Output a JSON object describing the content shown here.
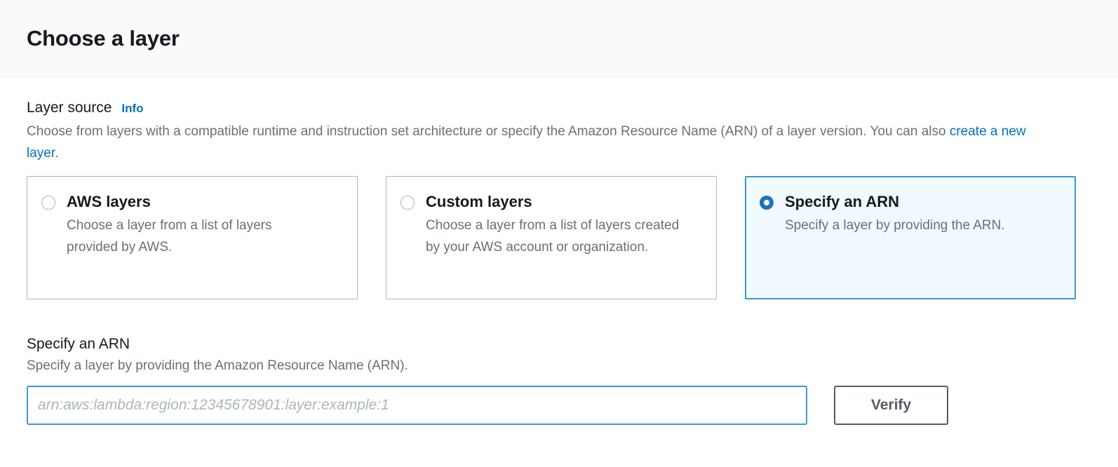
{
  "header": {
    "title": "Choose a layer"
  },
  "layer_source": {
    "label": "Layer source",
    "info_label": "Info",
    "description_part1": "Choose from layers with a compatible runtime and instruction set architecture or specify the Amazon Resource Name (ARN) of a layer version. You can also ",
    "description_link": "create a new layer",
    "description_part2": ".",
    "options": [
      {
        "title": "AWS layers",
        "description": "Choose a layer from a list of layers provided by AWS.",
        "selected": false
      },
      {
        "title": "Custom layers",
        "description": "Choose a layer from a list of layers created by your AWS account or organization.",
        "selected": false
      },
      {
        "title": "Specify an ARN",
        "description": "Specify a layer by providing the ARN.",
        "selected": true
      }
    ]
  },
  "arn_section": {
    "label": "Specify an ARN",
    "description": "Specify a layer by providing the Amazon Resource Name (ARN).",
    "input_value": "",
    "input_placeholder": "arn:aws:lambda:region:12345678901:layer:example:1",
    "verify_label": "Verify"
  },
  "colors": {
    "accent_blue": "#0073bb",
    "selected_border": "#3f97d1",
    "selected_background": "#f1faff",
    "radio_fill": "#2073b8",
    "text_primary": "#16191f",
    "text_secondary": "#687078",
    "border_gray": "#aab7b8",
    "header_background": "#fafafa",
    "button_border": "#545b64"
  }
}
